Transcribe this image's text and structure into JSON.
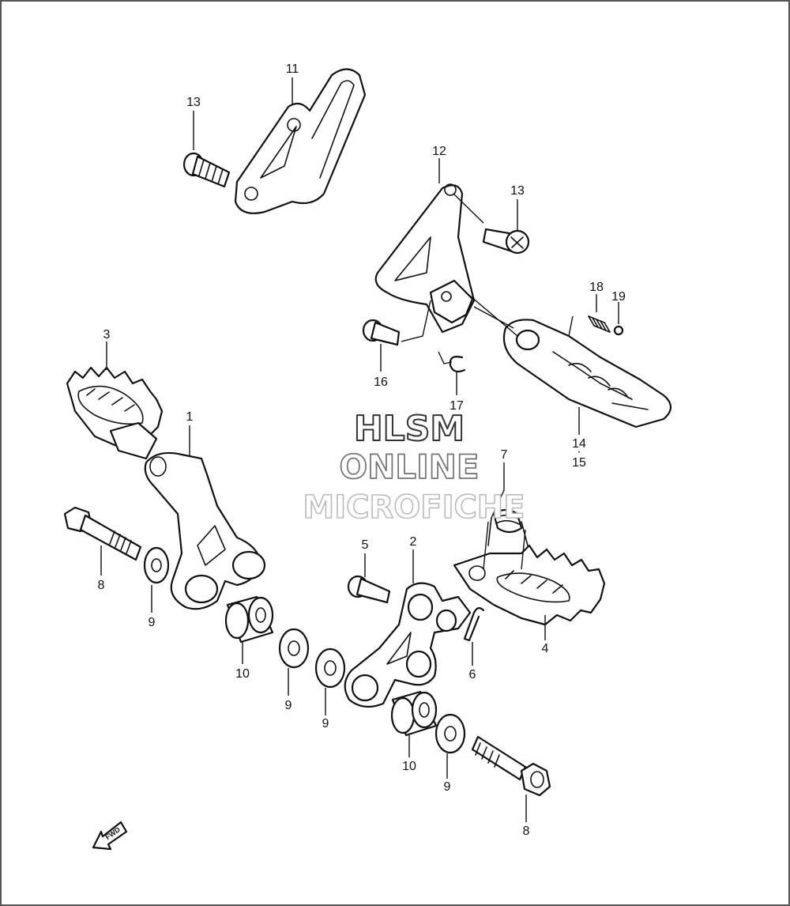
{
  "callouts": [
    "1",
    "2",
    "3",
    "4",
    "5",
    "6",
    "7",
    "8",
    "8",
    "9",
    "9",
    "9",
    "9",
    "10",
    "10",
    "11",
    "12",
    "13",
    "13",
    "14",
    "15",
    "16",
    "17",
    "18",
    "19"
  ],
  "watermark": {
    "line1": "HLSM",
    "line2": "ONLINE",
    "line3": "MICROFICHE"
  },
  "direction_indicator": {
    "label": "FWD"
  },
  "colors": {
    "line": "#111111",
    "background": "#ffffff"
  }
}
